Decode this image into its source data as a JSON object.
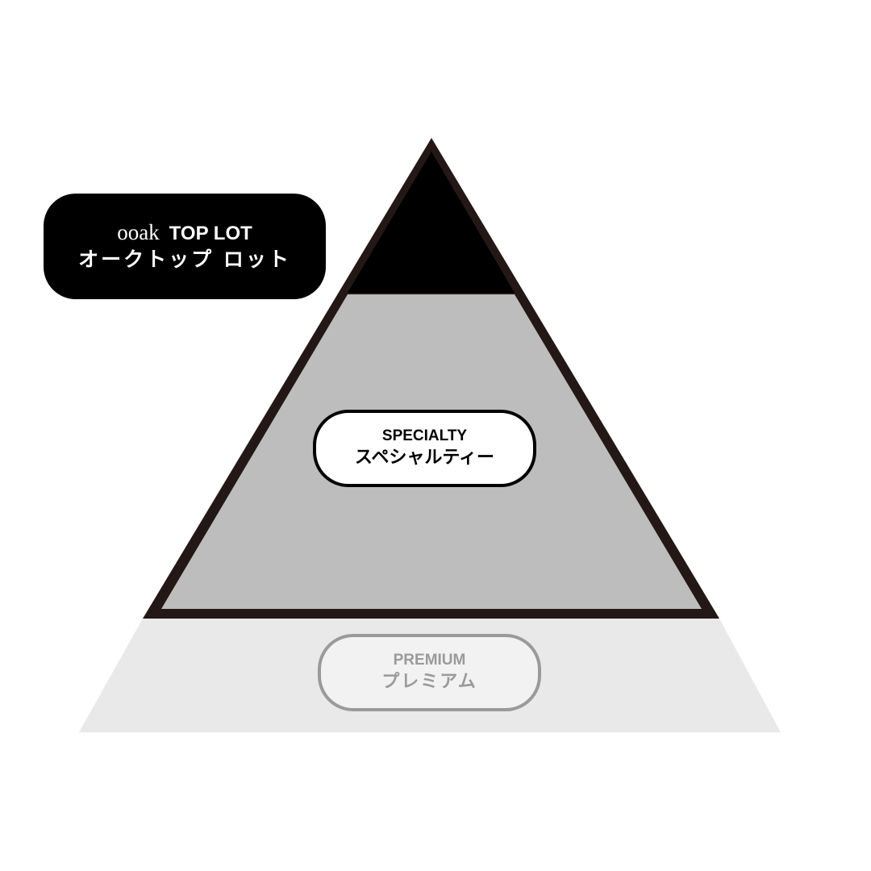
{
  "diagram": {
    "type": "pyramid",
    "tiers": [
      {
        "id": "top_lot",
        "brand": "ooak",
        "label_en": "TOP LOT",
        "label_ja": "オークトップ ロット",
        "fill": "#000000",
        "text_color": "#FFFFFF"
      },
      {
        "id": "specialty",
        "label_en": "SPECIALTY",
        "label_ja": "スペシャルティー",
        "fill": "#BCBDBC",
        "badge_fill": "#FFFFFF",
        "badge_border": "#000000",
        "text_color": "#000000"
      },
      {
        "id": "premium",
        "label_en": "PREMIUM",
        "label_ja": "プレミアム",
        "fill": "#E9E9E9",
        "badge_fill": "#F2F2F2",
        "badge_border": "#9A9A9A",
        "text_color": "#9A9A9A"
      }
    ],
    "outline_color": "#231815"
  }
}
